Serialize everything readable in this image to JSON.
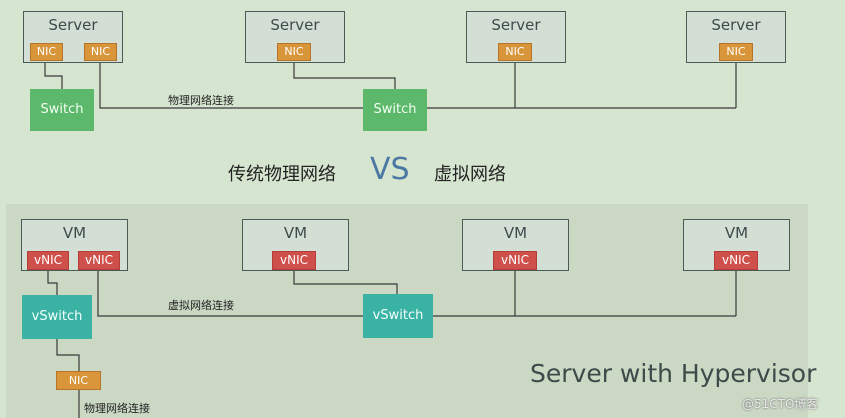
{
  "top": {
    "servers": [
      {
        "label": "Server",
        "nics": [
          "NIC",
          "NIC"
        ]
      },
      {
        "label": "Server",
        "nics": [
          "NIC"
        ]
      },
      {
        "label": "Server",
        "nics": [
          "NIC"
        ]
      },
      {
        "label": "Server",
        "nics": [
          "NIC"
        ]
      }
    ],
    "switches": [
      "Switch",
      "Switch"
    ],
    "link_label": "物理网络连接"
  },
  "comparison": {
    "left": "传统物理网络",
    "vs": "VS",
    "right": "虚拟网络"
  },
  "bottom": {
    "vms": [
      {
        "label": "VM",
        "vnics": [
          "vNIC",
          "vNIC"
        ]
      },
      {
        "label": "VM",
        "vnics": [
          "vNIC"
        ]
      },
      {
        "label": "VM",
        "vnics": [
          "vNIC"
        ]
      },
      {
        "label": "VM",
        "vnics": [
          "vNIC"
        ]
      }
    ],
    "vswitches": [
      "vSwitch",
      "vSwitch"
    ],
    "link_label": "虚拟网络连接",
    "host_nic": "NIC",
    "physical_label": "物理网络连接",
    "panel_title": "Server with Hypervisor"
  },
  "watermark": "@51CTO博客",
  "colors": {
    "background": "#d6e5cf",
    "nic": "#d8953a",
    "vnic": "#cf4f4a",
    "switch": "#5cb86a",
    "vswitch": "#3ab3a4",
    "vs_text": "#4b78a3"
  }
}
